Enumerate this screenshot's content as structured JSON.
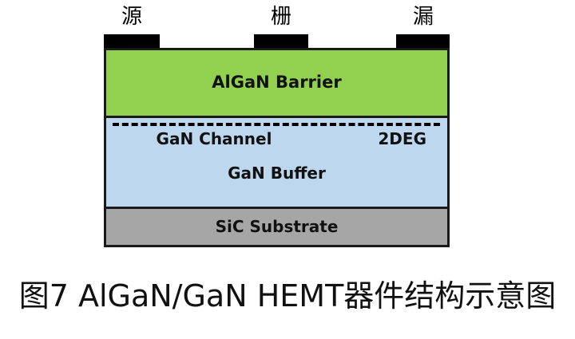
{
  "terminals": {
    "source": "源",
    "gate": "栅",
    "drain": "漏"
  },
  "layers": {
    "barrier": "AlGaN Barrier",
    "channel": "GaN Channel",
    "two_deg": "2DEG",
    "buffer": "GaN Buffer",
    "substrate": "SiC Substrate"
  },
  "colors": {
    "barrier": "#92d050",
    "buffer": "#bdd7ee",
    "substrate": "#a6a6a6",
    "electrode": "#000000"
  },
  "caption": "图7 AlGaN/GaN HEMT器件结构示意图"
}
